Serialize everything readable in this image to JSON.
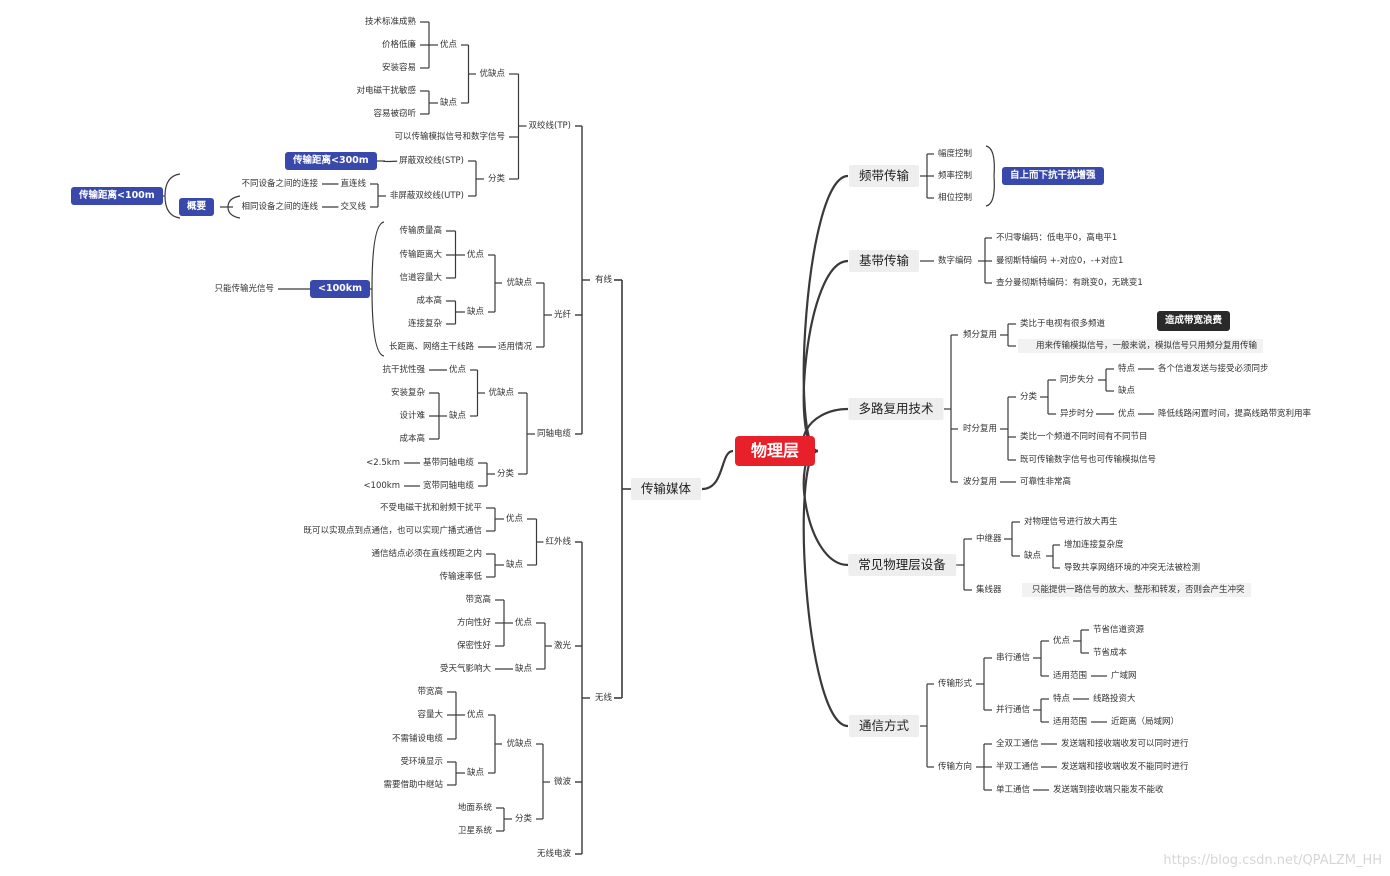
{
  "root": "物理层",
  "branches": {
    "freq": "频带传输",
    "base": "基带传输",
    "mux": "多路复用技术",
    "dev": "常见物理层设备",
    "comm": "通信方式",
    "media": "传输媒体"
  },
  "freq": {
    "amp": "幅度控制",
    "frq": "频率控制",
    "phase": "相位控制",
    "note": "自上而下抗干扰增强"
  },
  "base": {
    "enc": "数字编码",
    "nrz": "不归零编码：低电平0，高电平1",
    "man": "曼彻斯特编码 +-对应0，-+对应1",
    "dman": "查分曼彻斯特编码：有跳变0，无跳变1"
  },
  "mux": {
    "fdm": "频分复用",
    "fdm1": "类比于电视有很多频道",
    "fdm2": "用来传输模拟信号，一般来说，模拟信号只用频分复用传输",
    "waste": "造成带宽浪费",
    "tdm": "时分复用",
    "cls": "分类",
    "sync": "同步失分",
    "feat": "特点",
    "feat1": "各个信道发送与接受必须同步",
    "cons": "缺点",
    "async": "异步时分",
    "pros": "优点",
    "pros1": "降低线路闲置时间，提高线路带宽利用率",
    "tdm1": "类比一个频道不同时间有不同节目",
    "tdm2": "既可传输数字信号也可传输模拟信号",
    "wdm": "波分复用",
    "wdm1": "可靠性非常高"
  },
  "dev": {
    "rep": "中继器",
    "rep1": "对物理信号进行放大再生",
    "cons": "缺点",
    "c1": "增加连接复杂度",
    "c2": "导致共享网络环境的冲突无法被检测",
    "hub": "集线器",
    "hub1": "只能提供一路信号的放大、整形和转发，否则会产生冲突"
  },
  "comm": {
    "form": "传输形式",
    "serial": "串行通信",
    "pros": "优点",
    "s1": "节省信道资源",
    "s2": "节省成本",
    "scope": "适用范围",
    "wan": "广域网",
    "parallel": "并行通信",
    "feat": "特点",
    "p1": "线路投资大",
    "lan": "近距离（局域网）",
    "dir": "传输方向",
    "full": "全双工通信",
    "full1": "发送端和接收端收发可以同时进行",
    "half": "半双工通信",
    "half1": "发送端和接收端收发不能同时进行",
    "simplex": "单工通信",
    "simplex1": "发送端到接收端只能发不能收"
  },
  "media": {
    "wired": "有线",
    "tp": "双绞线(TP)",
    "pc": "优缺点",
    "pros": "优点",
    "cons": "缺点",
    "tp_p1": "技术标准成熟",
    "tp_p2": "价格低廉",
    "tp_p3": "安装容易",
    "tp_c1": "对电磁干扰敏感",
    "tp_c2": "容易被窃听",
    "tp_both": "可以传输模拟信号和数字信号",
    "cls": "分类",
    "stp": "屏蔽双绞线(STP)",
    "stp_note": "传输距离<300m",
    "utp": "非屏蔽双绞线(UTP)",
    "straight": "直连线",
    "straight1": "不同设备之间的连接",
    "cross": "交叉线",
    "cross1": "相同设备之间的连线",
    "overview": "概要",
    "utp_note": "传输距离<100m",
    "fiber": "光纤",
    "f_p1": "传输质量高",
    "f_p2": "传输距离大",
    "f_p3": "信道容量大",
    "f_c1": "成本高",
    "f_c2": "连接复杂",
    "scene": "适用情况",
    "f_s1": "长距离、网络主干线路",
    "f_note": "<100km",
    "f_note2": "只能传输光信号",
    "coax": "同轴电缆",
    "co_p1": "抗干扰性强",
    "co_c1": "安装复杂",
    "co_c2": "设计难",
    "co_c3": "成本高",
    "baseco": "基带同轴电缆",
    "baseco_d": "<2.5km",
    "wideco": "宽带同轴电缆",
    "wideco_d": "<100km",
    "wireless": "无线",
    "ir": "红外线",
    "ir_p1": "不受电磁干扰和射频干扰平",
    "ir_p2": "既可以实现点到点通信，也可以实现广播式通信",
    "ir_c1": "通信结点必须在直线视距之内",
    "ir_c2": "传输速率低",
    "laser": "激光",
    "la_p1": "带宽高",
    "la_p2": "方向性好",
    "la_p3": "保密性好",
    "la_c1": "受天气影响大",
    "micro": "微波",
    "mi_p1": "带宽高",
    "mi_p2": "容量大",
    "mi_p3": "不需铺设电缆",
    "mi_c1": "受环境显示",
    "mi_c2": "需要借助中继站",
    "ground": "地面系统",
    "sat": "卫星系统",
    "radio": "无线电波"
  },
  "watermark": "https://blog.csdn.net/QPALZM_HH"
}
